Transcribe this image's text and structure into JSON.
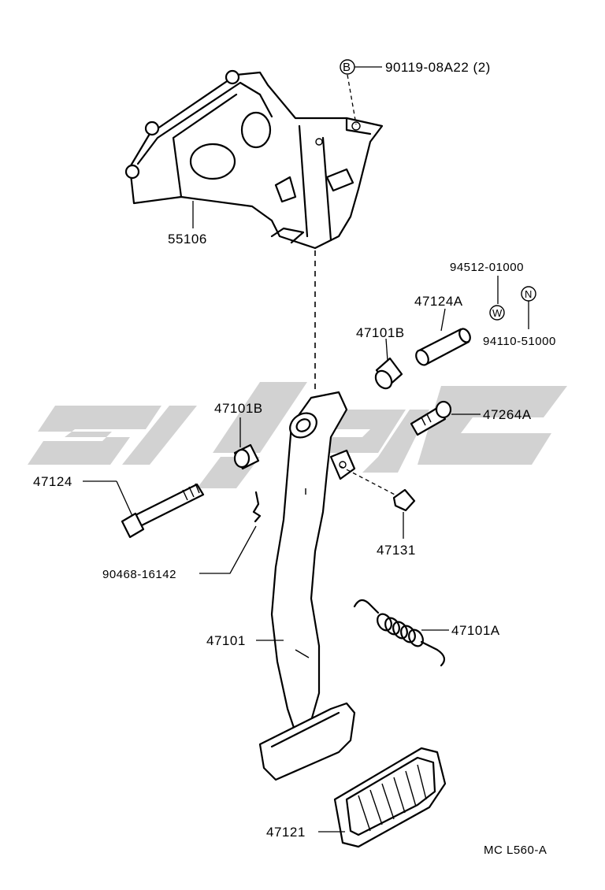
{
  "callouts": {
    "bolt_90119": "90119-08A22 (2)",
    "bolt_symbol": "B",
    "washer_94512": "94512-01000",
    "washer_symbol": "W",
    "nut_symbol": "N",
    "nut_94110": "94110-51000",
    "bracket_55106": "55106",
    "collar_47124A": "47124A",
    "bushing_47101B_upper": "47101B",
    "bushing_47101B_lower": "47101B",
    "pin_47264A": "47264A",
    "bolt_47124": "47124",
    "clip_90468": "90468-16142",
    "stopper_47131": "47131",
    "pedal_arm_47101": "47101",
    "spring_47101A": "47101A",
    "pedal_pad_47121": "47121"
  },
  "drawing_code": "MC L560-A"
}
